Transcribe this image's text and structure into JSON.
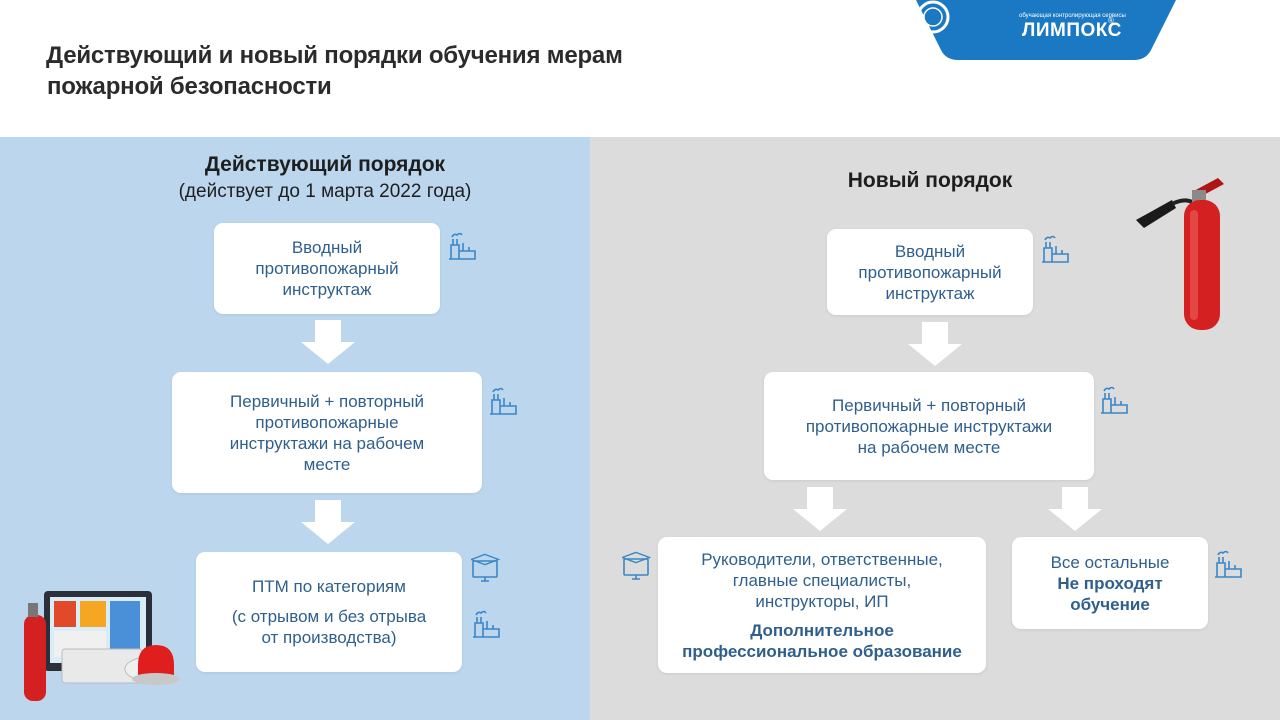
{
  "title": {
    "line1": "Действующий и новый порядки обучения мерам",
    "line2": "пожарной безопасности"
  },
  "logo": {
    "subtitle": "обучающая контролирующая сервисы",
    "name": "ЛИМПОКС",
    "reg": "®"
  },
  "left": {
    "heading": "Действующий порядок",
    "subheading": "(действует до 1 марта 2022 года)",
    "box1": [
      "Вводный",
      "противопожарный",
      "инструктаж"
    ],
    "box2": [
      "Первичный + повторный",
      "противопожарные",
      "инструктажи на рабочем",
      "месте"
    ],
    "box3_line1": "ПТМ по категориям",
    "box3_line2": [
      "(с отрывом и без отрыва",
      "от производства)"
    ]
  },
  "right": {
    "heading": "Новый порядок",
    "box1": [
      "Вводный",
      "противопожарный",
      "инструктаж"
    ],
    "box2": [
      "Первичный + повторный",
      "противопожарные инструктажи",
      "на рабочем месте"
    ],
    "box3_plain": [
      "Руководители, ответственные,",
      "главные специалисты,",
      "инструкторы, ИП"
    ],
    "box3_bold": [
      "Дополнительное",
      "профессиональное образование"
    ],
    "box4_plain": "Все остальные",
    "box4_bold": [
      "Не проходят",
      "обучение"
    ]
  },
  "colors": {
    "left_panel": "#bcd7ed",
    "right_panel": "#dcdcdc",
    "box_text": "#2f5f8c",
    "logo_blue": "#1b78c2",
    "icon": "#3a86c8"
  },
  "icons": [
    "factory-icon",
    "monitor-cap-icon",
    "fire-extinguisher",
    "fire-alarm-equipment"
  ]
}
